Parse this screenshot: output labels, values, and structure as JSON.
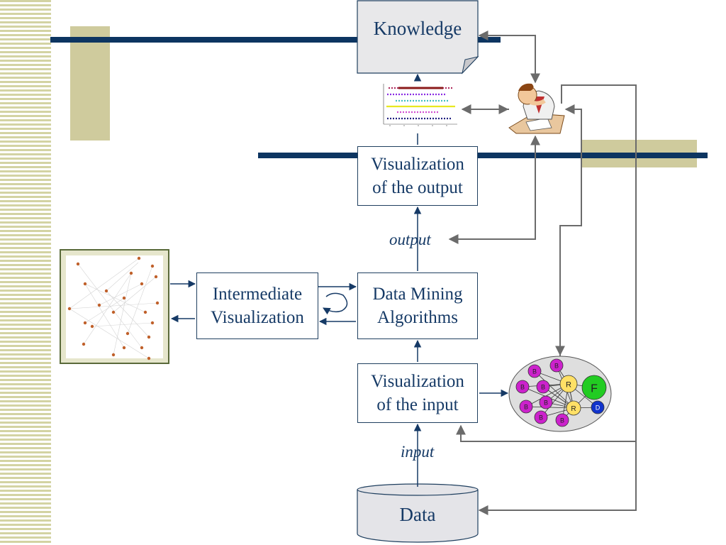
{
  "nodes": {
    "knowledge": "Knowledge",
    "vis_output": "Visualization\nof the output",
    "data_mining": "Data Mining\nAlgorithms",
    "intermediate": "Intermediate\nVisualization",
    "vis_input": "Visualization\nof the input",
    "data": "Data"
  },
  "edge_labels": {
    "output": "output",
    "input": "input"
  },
  "graph_nodes": [
    "B",
    "B",
    "B",
    "B",
    "R",
    "F",
    "B",
    "B",
    "R",
    "D",
    "B",
    "B"
  ],
  "colors": {
    "text": "#163a66",
    "band": "#0d3561",
    "accent": "#cfcb9d",
    "arrow_gray": "#6b6b6b",
    "node_purple": "#cc22cc",
    "node_yellow": "#ffe066",
    "node_green": "#22cc22",
    "node_blue": "#1133cc"
  },
  "icons": {
    "person": "person-at-desk-icon",
    "scatter": "scatter-plot-thumbnail",
    "network": "network-graph-thumbnail"
  }
}
